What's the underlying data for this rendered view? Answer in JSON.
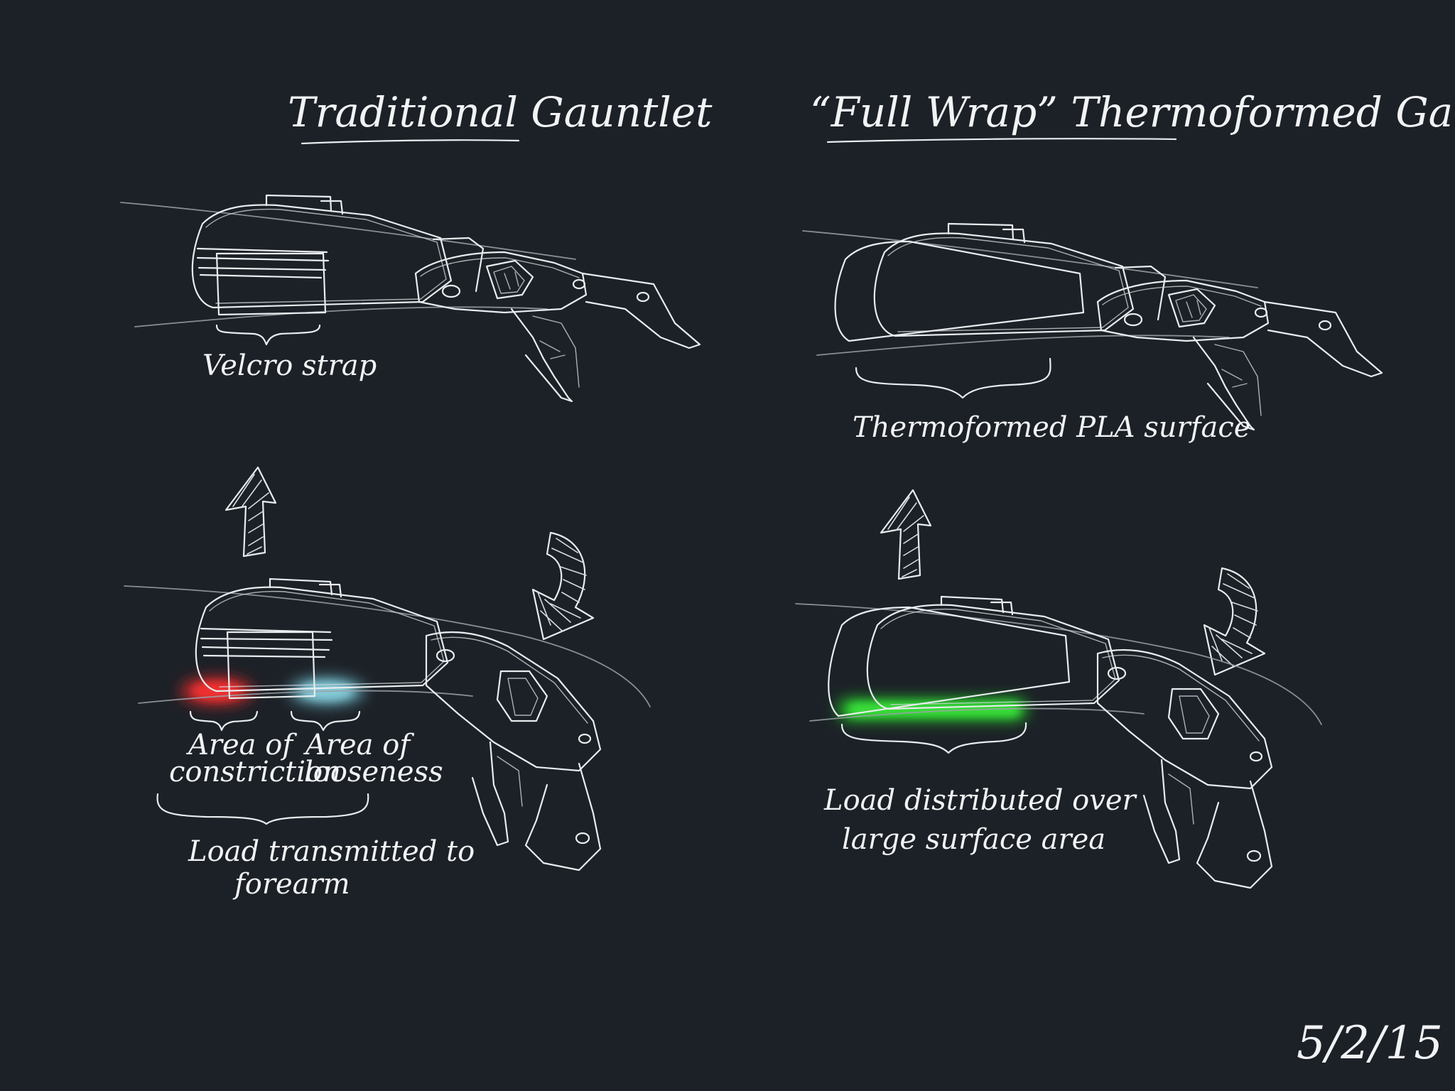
{
  "colors": {
    "background": "#1c2127",
    "ink": "#eef0f2",
    "constriction": "#e02a2a",
    "looseness": "#6fb9c9",
    "distributed": "#28d42a"
  },
  "left": {
    "title": "Traditional Gauntlet",
    "strap_label": "Velcro strap",
    "constriction_label": [
      "Area of",
      "constriction"
    ],
    "looseness_label": [
      "Area of",
      "looseness"
    ],
    "load_label": [
      "Load transmitted to",
      "forearm"
    ]
  },
  "right": {
    "title": "“Full Wrap” Thermoformed Gauntlet",
    "surface_label": "Thermoformed PLA surface",
    "load_label": [
      "Load distributed over",
      "large surface area"
    ]
  },
  "date": "5/2/15"
}
